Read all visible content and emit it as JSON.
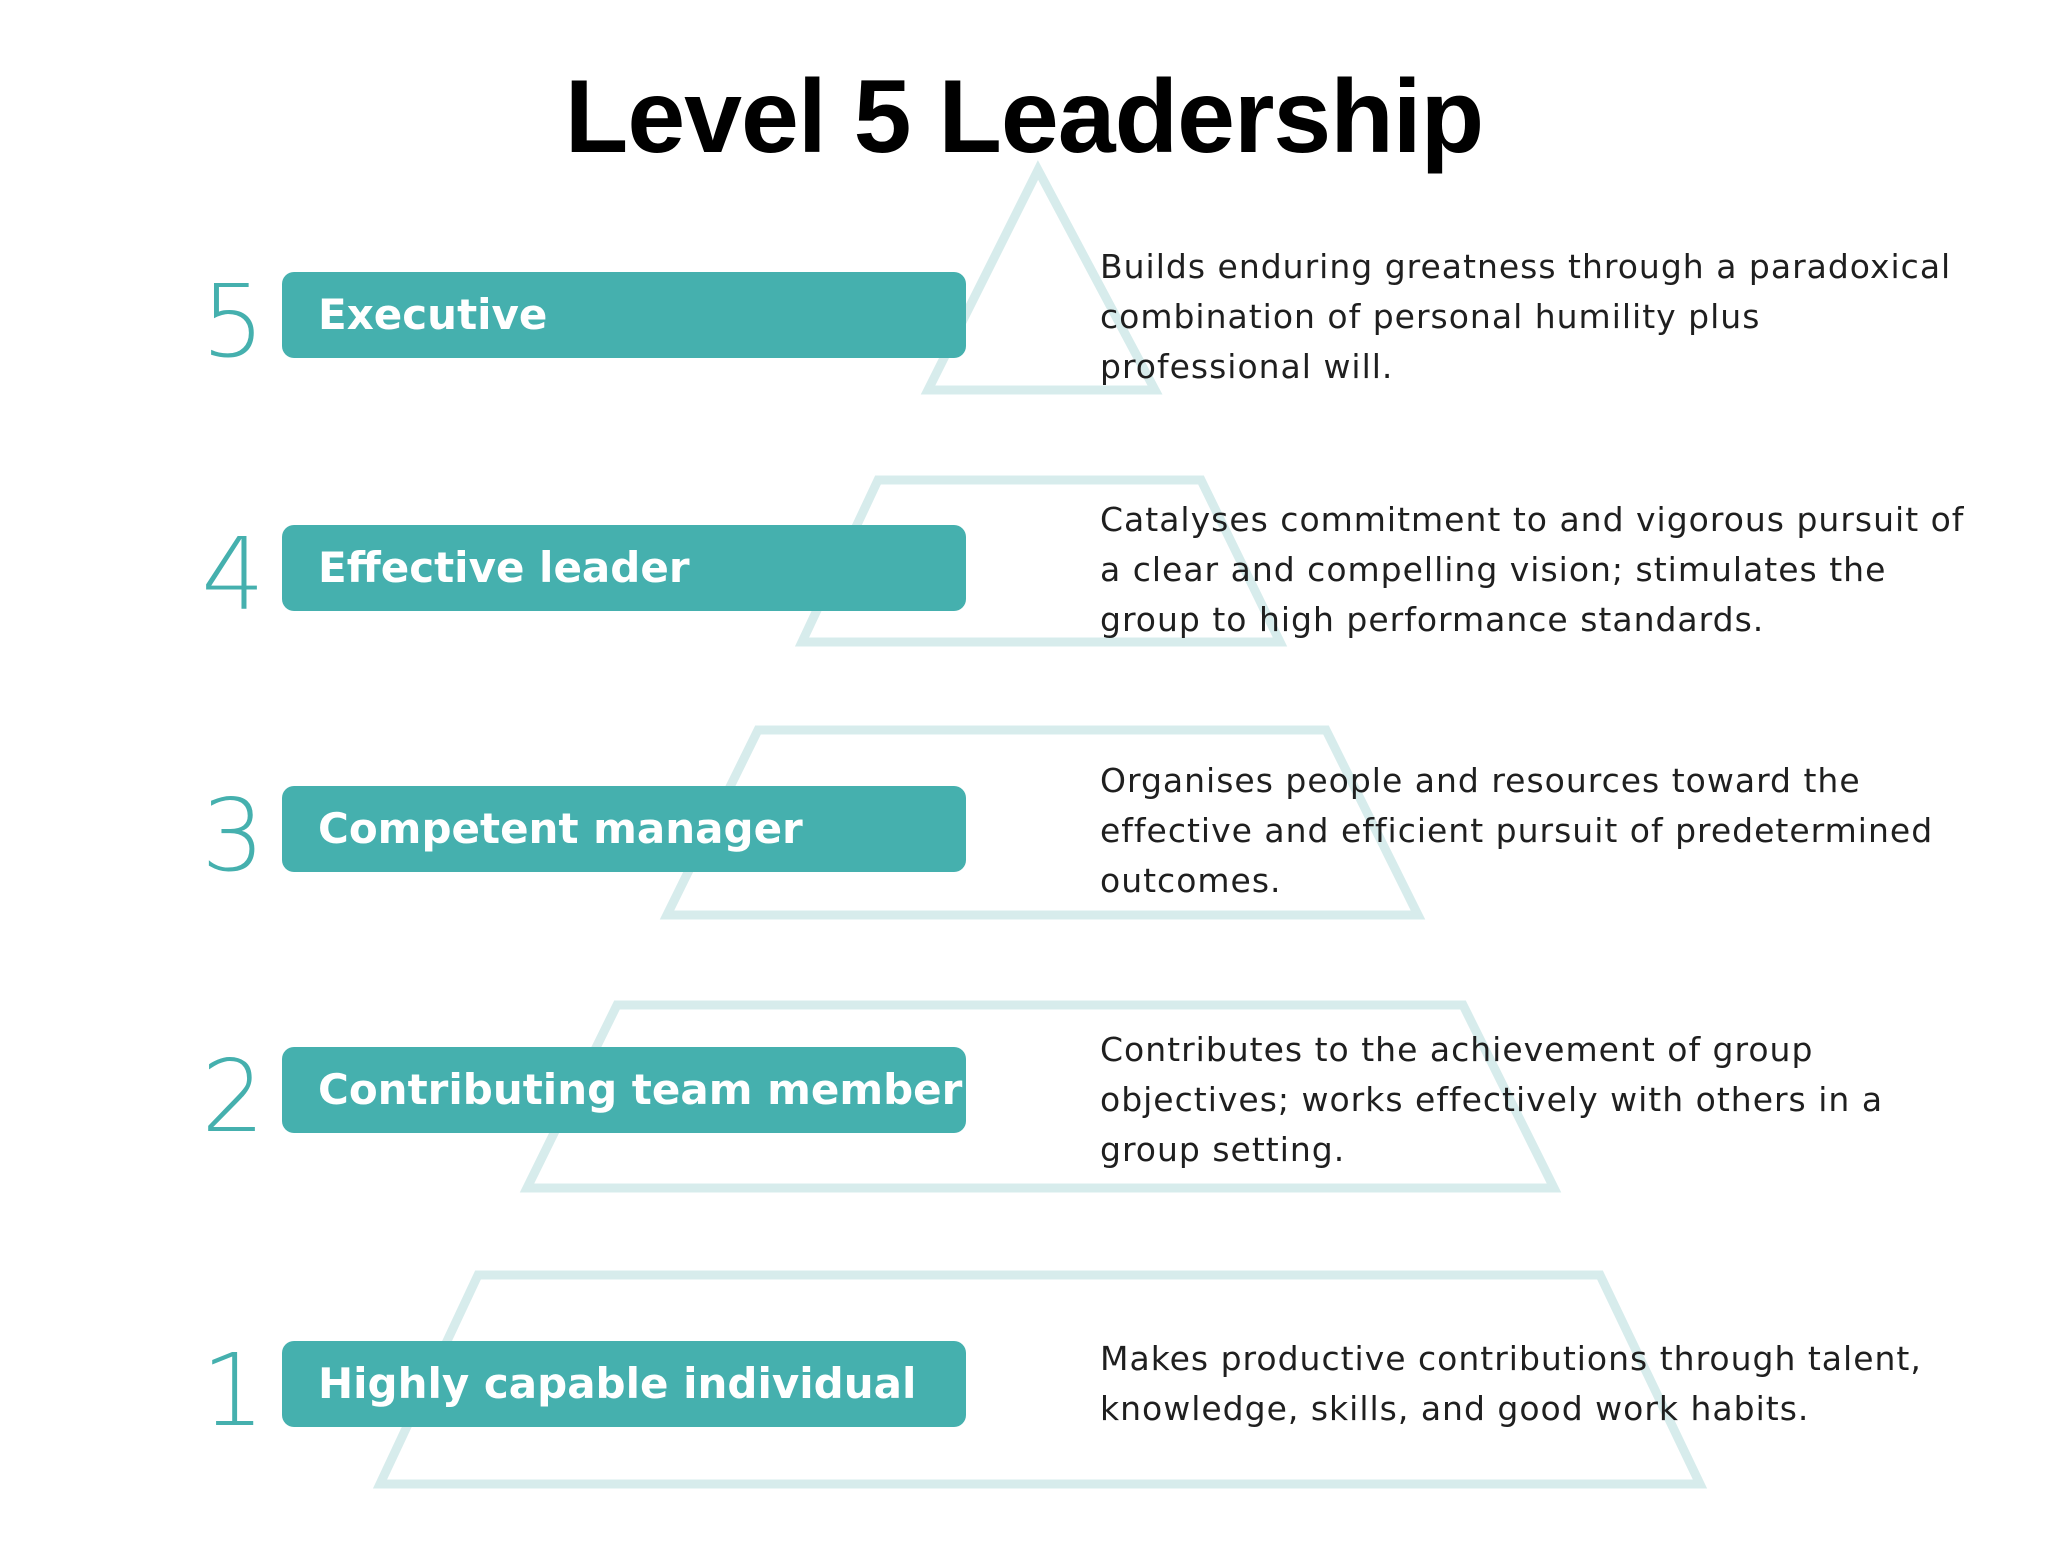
{
  "title": "Level 5 Leadership",
  "colors": {
    "accent": "#45b0ae",
    "pyramid_outline": "#d7ecec",
    "text": "#1f1f1f"
  },
  "levels": [
    {
      "number": "5",
      "name": "Executive",
      "description": "Builds enduring greatness through a paradoxical combination of personal humility plus professional will."
    },
    {
      "number": "4",
      "name": "Effective leader",
      "description": "Catalyses commitment to and vigorous pursuit of a clear and compelling vision; stimulates the group to high performance standards."
    },
    {
      "number": "3",
      "name": "Competent manager",
      "description": "Organises people and resources toward the effective and efficient pursuit of predetermined outcomes."
    },
    {
      "number": "2",
      "name": "Contributing team member",
      "description": "Contributes to the achievement of group objectives; works effectively with others in a group setting."
    },
    {
      "number": "1",
      "name": "Highly capable individual",
      "description": "Makes productive contributions through talent, knowledge, skills, and good work habits."
    }
  ]
}
